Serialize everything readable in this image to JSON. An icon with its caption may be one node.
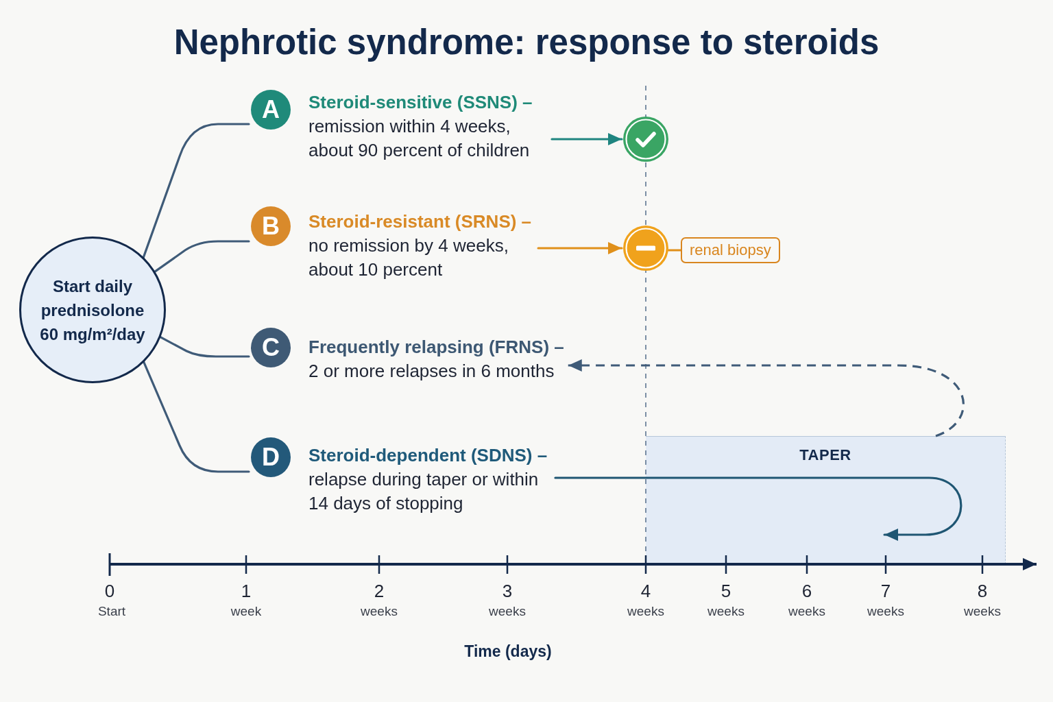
{
  "diagram": {
    "title": "Nephrotic syndrome: response to steroids",
    "nodes": [
      {
        "text": [
          "Start daily prednisolone 60 mg/m²/day"
        ]
      },
      {
        "text": [
          "A"
        ],
        "beside": [
          "Steroid-sensitive (SSNS) –",
          "remission within 4 weeks, about 90 percent of children"
        ]
      },
      {
        "text": [],
        "shape": "circle"
      },
      {
        "text": [
          "B"
        ],
        "beside": [
          "Steroid-resistant (SRNS) –",
          "no remission by 4 weeks, about 10 percent"
        ]
      },
      {
        "text": [],
        "shape": "circle"
      },
      {
        "text": [
          "renal biopsy"
        ]
      },
      {
        "text": [
          "C"
        ],
        "beside": [
          "Frequently relapsing (FRNS) –",
          "2 or more relapses in 6 months"
        ]
      },
      {
        "text": [
          "D"
        ],
        "beside": [
          "Steroid-dependent (SDNS) –",
          "relapse during taper or within 14 days of stopping"
        ]
      },
      {
        "text": [
          "TAPER"
        ]
      }
    ],
    "edges": [
      {
        "from": 0,
        "to": 1,
        "arrow": "none"
      },
      {
        "from": 0,
        "to": 3,
        "arrow": "none"
      },
      {
        "from": 0,
        "to": 6,
        "arrow": "none"
      },
      {
        "from": 0,
        "to": 7,
        "arrow": "none"
      },
      {
        "from": 1,
        "to": 2,
        "arrow": "to",
        "color": "#1f8580"
      },
      {
        "from": 3,
        "to": 4,
        "arrow": "to",
        "color": "#e0901a"
      },
      {
        "from": 4,
        "to": 5,
        "arrow": "none",
        "color": "#e0901a"
      },
      {
        "from": 8,
        "to": 6,
        "arrow": "to",
        "style": "dashed"
      },
      {
        "from": 7,
        "to": 8,
        "arrow": "to",
        "color": "#1f5673"
      }
    ],
    "labels": [
      "0",
      "Start",
      "1",
      "week",
      "2",
      "weeks",
      "3",
      "weeks",
      "4",
      "weeks",
      "5",
      "weeks",
      "6",
      "weeks",
      "7",
      "weeks",
      "8",
      "weeks",
      "Time (days)"
    ]
  }
}
